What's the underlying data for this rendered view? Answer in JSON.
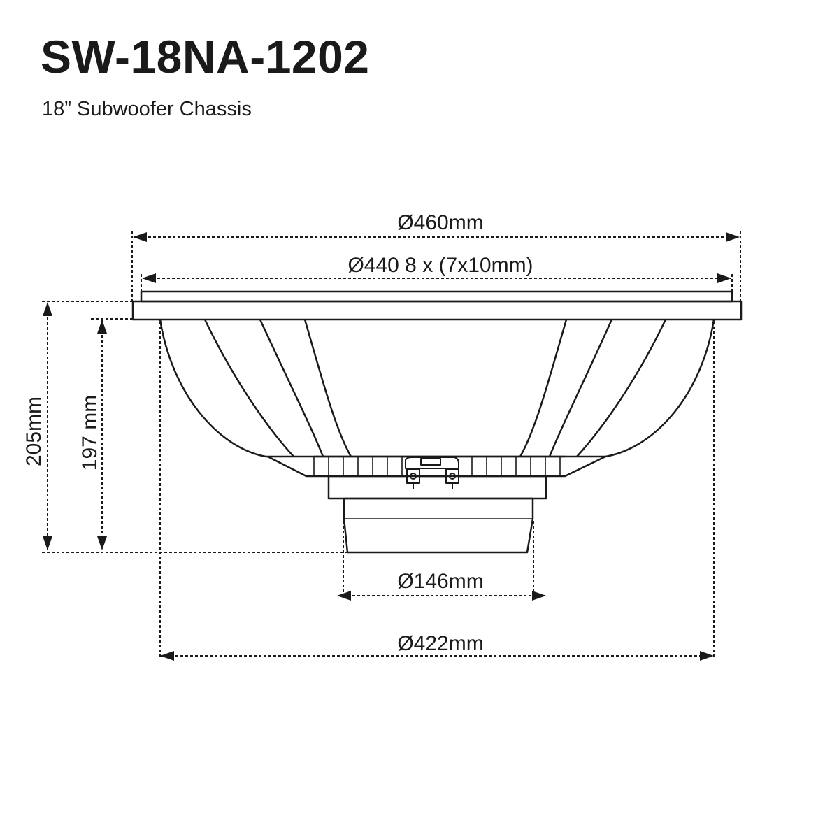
{
  "header": {
    "model": "SW-18NA-1202",
    "description": "18” Subwoofer Chassis"
  },
  "dimensions": {
    "overall_diameter": "Ø460mm",
    "bolt_circle": "Ø440 8 x (7x10mm)",
    "overall_depth": "205mm",
    "mounting_depth": "197 mm",
    "magnet_diameter": "Ø146mm",
    "cutout_diameter": "Ø422mm"
  },
  "colors": {
    "line": "#1a1a1a",
    "background": "#ffffff"
  }
}
